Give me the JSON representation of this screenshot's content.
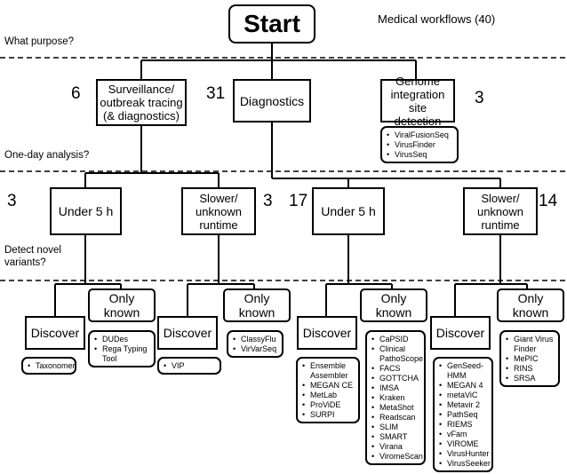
{
  "start": "Start",
  "title": "Medical workflows (40)",
  "questions": {
    "purpose": "What purpose?",
    "one_day": "One-day analysis?",
    "novel": "Detect novel\nvariants?"
  },
  "purpose_nodes": {
    "surveillance": {
      "label": "Surveillance/\noutbreak tracing\n(& diagnostics)",
      "count": "6"
    },
    "diagnostics": {
      "label": "Diagnostics",
      "count": "31"
    },
    "genome": {
      "label": "Genome\nintegration site\ndetection",
      "count": "3"
    }
  },
  "genome_tools": [
    "ViralFusionSeq",
    "VirusFinder",
    "VirusSeq"
  ],
  "runtime_nodes": {
    "surv_under": {
      "label": "Under 5 h",
      "count": "3"
    },
    "surv_slow": {
      "label": "Slower/\nunknown\nruntime",
      "count": "3"
    },
    "diag_under": {
      "label": "Under 5 h",
      "count": "17"
    },
    "diag_slow": {
      "label": "Slower/\nunknown\nruntime",
      "count": "14"
    }
  },
  "leaf_nodes": {
    "discover": "Discover",
    "only_known": "Only known"
  },
  "tools": {
    "surv_under_discover": [
      "Taxonomer"
    ],
    "surv_under_known": [
      "DUDes",
      "Rega Typing\nTool"
    ],
    "surv_slow_discover": [
      "VIP"
    ],
    "surv_slow_known": [
      "ClassyFlu",
      "VirVarSeq"
    ],
    "diag_under_discover": [
      "Ensemble\nAssembler",
      "MEGAN CE",
      "MetLab",
      "ProViDE",
      "SURPI"
    ],
    "diag_under_known": [
      "CaPSID",
      "Clinical\nPathoScope",
      "FACS",
      "GOTTCHA",
      "IMSA",
      "Kraken",
      "MetaShot",
      "Readscan",
      "SLIM",
      "SMART",
      "Virana",
      "ViromeScan"
    ],
    "diag_slow_discover": [
      "GenSeed-\nHMM",
      "MEGAN 4",
      "metaViC",
      "Metavir 2",
      "PathSeq",
      "RIEMS",
      "vFam",
      "VIROME",
      "VirusHunter",
      "VirusSeeker"
    ],
    "diag_slow_known": [
      "Giant Virus\nFinder",
      "MePIC",
      "RINS",
      "SRSA"
    ]
  }
}
